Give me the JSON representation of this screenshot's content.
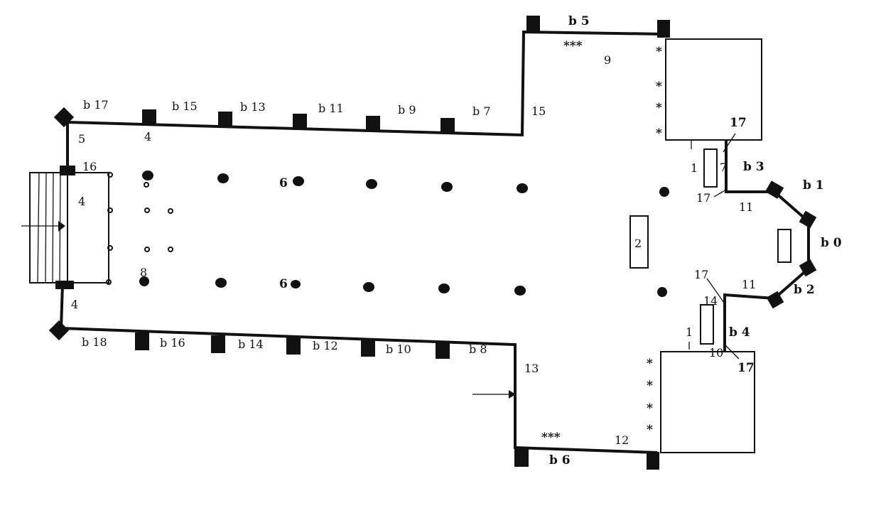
{
  "title": "Church floor plan",
  "buttresses": {
    "b0": "b 0",
    "b1": "b 1",
    "b2": "b 2",
    "b3": "b 3",
    "b4": "b 4",
    "b5": "b 5",
    "b6": "b 6",
    "b7": "b 7",
    "b8": "b 8",
    "b9": "b 9",
    "b10": "b 10",
    "b11": "b 11",
    "b12": "b 12",
    "b13": "b 13",
    "b14": "b 14",
    "b15": "b 15",
    "b16": "b 16",
    "b17": "b 17",
    "b18": "b 18"
  },
  "numbers": {
    "n1a": "1",
    "n1b": "1",
    "n2": "2",
    "n4a": "4",
    "n4b": "4",
    "n4c": "4",
    "n5": "5",
    "n6a": "6",
    "n6b": "6",
    "n7": "7",
    "n8": "8",
    "n9": "9",
    "n10": "10",
    "n11a": "11",
    "n11b": "11",
    "n12": "12",
    "n13": "13",
    "n14": "14",
    "n15": "15",
    "n16": "16",
    "n17a": "17",
    "n17b": "17",
    "n17c": "17",
    "n17d": "17"
  },
  "stars": {
    "north_group": "***",
    "south_group": "***",
    "star": "*"
  }
}
